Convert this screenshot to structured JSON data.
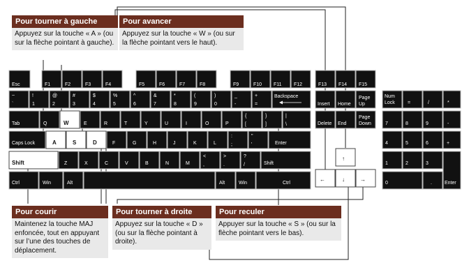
{
  "callouts": {
    "left": {
      "title": "Pour tourner à gauche",
      "body": "Appuyez sur la touche « A » (ou sur la flèche pointant à gauche)."
    },
    "forward": {
      "title": "Pour avancer",
      "body": "Appuyez sur la touche « W » (ou sur la flèche pointant vers le haut)."
    },
    "run": {
      "title": "Pour courir",
      "body": "Maintenez la touche MAJ enfoncée, tout en appuyant sur l’une des touches de déplacement."
    },
    "right": {
      "title": "Pour tourner à droite",
      "body": "Appuyez sur la touche « D » (ou sur la flèche pointant à droite)."
    },
    "back": {
      "title": "Pour reculer",
      "body": "Appuyer sur la touche « S » (ou sur la flèche pointant vers le bas)."
    }
  },
  "keys": {
    "esc": "Esc",
    "f1": "F1",
    "f2": "F2",
    "f3": "F3",
    "f4": "F4",
    "f5": "F5",
    "f6": "F6",
    "f7": "F7",
    "f8": "F8",
    "f9": "F9",
    "f10": "F10",
    "f11": "F11",
    "f12": "F12",
    "f13": "F13",
    "f14": "F14",
    "f15": "F15",
    "backspace": "Backspace",
    "tab": "Tab",
    "caps": "Caps Lock",
    "shift": "Shift",
    "shift_r": "Shift",
    "enter": "Enter",
    "ctrl": "Ctrl",
    "win": "Win",
    "alt": "Alt",
    "alt_r": "Alt",
    "win_r": "Win",
    "ctrl_r": "Ctrl",
    "q": "Q",
    "w": "W",
    "e": "E",
    "r": "R",
    "t": "T",
    "y": "Y",
    "u": "U",
    "i": "I",
    "o": "O",
    "p": "P",
    "a": "A",
    "s": "S",
    "d": "D",
    "f": "F",
    "g": "G",
    "h": "H",
    "j": "J",
    "k": "K",
    "l": "L",
    "z": "Z",
    "x": "X",
    "c": "C",
    "v": "V",
    "b": "B",
    "n": "N",
    "m": "M",
    "insert": "Insert",
    "home": "Home",
    "pgup1": "Page",
    "pgup2": "Up",
    "delete": "Delete",
    "end": "End",
    "pgdn1": "Page",
    "pgdn2": "Down",
    "numlock1": "Num",
    "numlock2": "Lock",
    "n_slash": "/",
    "n_star": "*",
    "n_minus": "-",
    "n_plus": "+",
    "n7": "7",
    "n8": "8",
    "n9": "9",
    "n4": "4",
    "n5": "5",
    "n6": "6",
    "n1": "1",
    "n2": "2",
    "n3": "3",
    "n0": "0",
    "n_dot": ".",
    "n_enter": "Enter",
    "n_eq": "=",
    "up": "↑",
    "down": "↓",
    "leftarrow": "←",
    "rightarrow": "→",
    "tilde1": "~",
    "tilde2": "`",
    "k1a": "!",
    "k1b": "1",
    "k2a": "@",
    "k2b": "2",
    "k3a": "#",
    "k3b": "3",
    "k4a": "$",
    "k4b": "4",
    "k5a": "%",
    "k5b": "5",
    "k6a": "^",
    "k6b": "6",
    "k7a": "&",
    "k7b": "7",
    "k8a": "*",
    "k8b": "8",
    "k9a": "(",
    "k9b": "9",
    "k0a": ")",
    "k0b": "0",
    "kma": "_",
    "kmb": "-",
    "kpa": "+",
    "kpb": "=",
    "lb1": "{",
    "lb2": "[",
    "rb1": "}",
    "rb2": "]",
    "bs1": "|",
    "bs2": "\\",
    "sc1": ":",
    "sc2": ";",
    "qt1": "\"",
    "qt2": "'",
    "cm1": "<",
    "cm2": ",",
    "pd1": ">",
    "pd2": ".",
    "sl1": "?",
    "sl2": "/"
  }
}
